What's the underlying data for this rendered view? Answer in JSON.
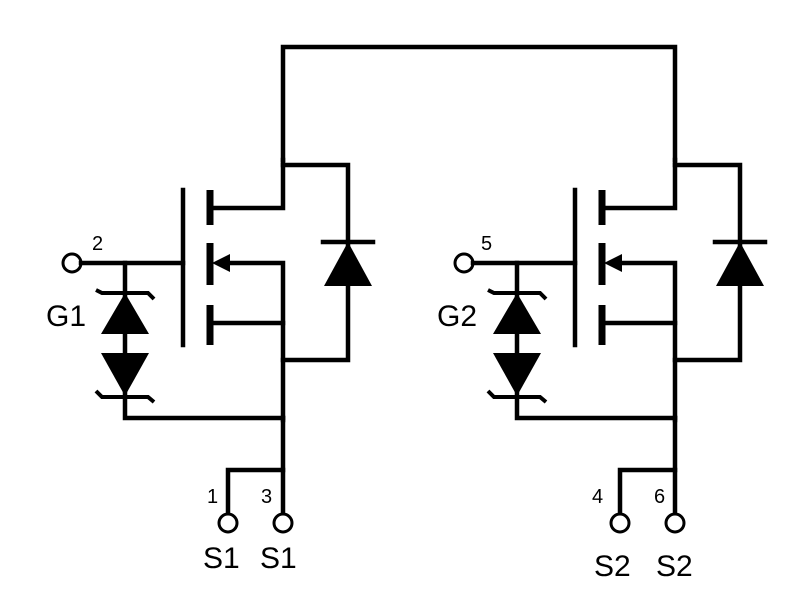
{
  "diagram": {
    "type": "dual N-channel MOSFET with gate protection zener diodes",
    "mosfets": [
      {
        "id": "Q1",
        "gate": {
          "pin": "2",
          "label": "G1"
        },
        "sources": [
          {
            "pin": "1",
            "label": "S1"
          },
          {
            "pin": "3",
            "label": "S1"
          }
        ]
      },
      {
        "id": "Q2",
        "gate": {
          "pin": "5",
          "label": "G2"
        },
        "sources": [
          {
            "pin": "4",
            "label": "S2"
          },
          {
            "pin": "6",
            "label": "S2"
          }
        ]
      }
    ],
    "common_drain": "drains of Q1 and Q2 connected together",
    "colors": {
      "line": "#000000",
      "background": "#ffffff"
    }
  }
}
